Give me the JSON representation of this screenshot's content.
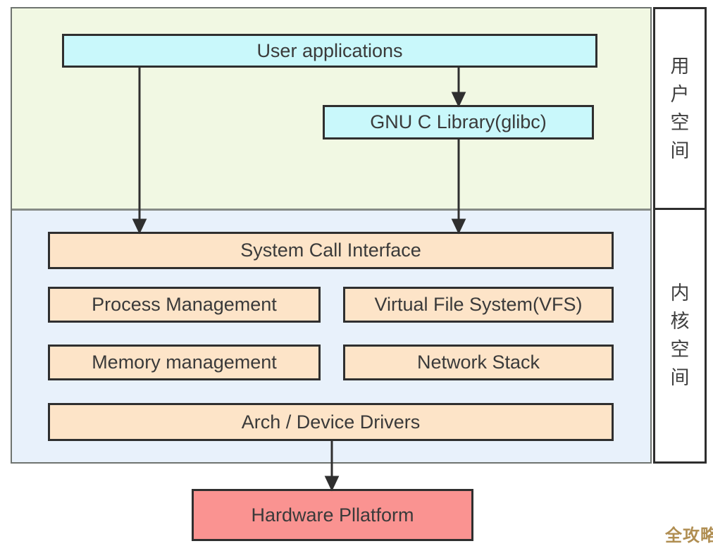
{
  "diagram": {
    "user_space": {
      "label_cn": "用户空间",
      "label_chars": [
        "用",
        "户",
        "空",
        "间"
      ],
      "boxes": {
        "user_applications": "User applications",
        "gnu_c_library": "GNU C Library(glibc)"
      }
    },
    "kernel_space": {
      "label_cn": "内核空间",
      "label_chars": [
        "内",
        "核",
        "空",
        "间"
      ],
      "boxes": {
        "system_call_interface": "System Call Interface",
        "process_management": "Process Management",
        "virtual_file_system": "Virtual File System(VFS)",
        "memory_management": "Memory management",
        "network_stack": "Network Stack",
        "arch_device_drivers": "Arch / Device Drivers"
      }
    },
    "hardware": {
      "label": "Hardware Pllatform"
    },
    "watermark": "全攻略",
    "colors": {
      "user_space_bg": "#f1f8e3",
      "kernel_space_bg": "#e8f1fb",
      "app_box_bg": "#c9f8fb",
      "kernel_box_bg": "#fde4c8",
      "hardware_box_bg": "#fa9391",
      "border": "#2f2f2f",
      "watermark_gold": "#b08e52"
    }
  }
}
